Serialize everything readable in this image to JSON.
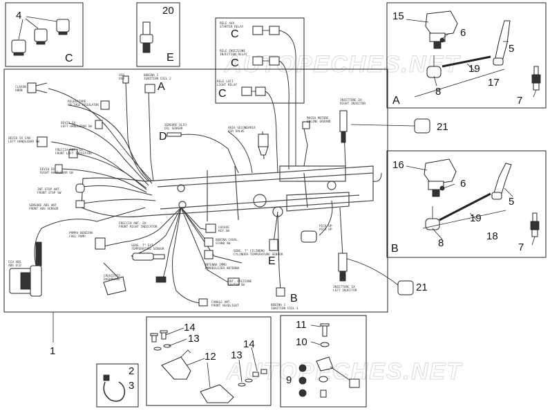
{
  "watermark": "AUTOPECHES.NET",
  "callouts": {
    "n1": "1",
    "n2": "2",
    "n3": "3",
    "n4": "4",
    "n5a": "5",
    "n5b": "5",
    "n6a": "6",
    "n6b": "6",
    "n7a": "7",
    "n7b": "7",
    "n8a": "8",
    "n8b": "8",
    "n9": "9",
    "n10": "10",
    "n11": "11",
    "n12": "12",
    "n13a": "13",
    "n13b": "13",
    "n14a": "14",
    "n14b": "14",
    "n15": "15",
    "n16": "16",
    "n17": "17",
    "n18": "18",
    "n19a": "19",
    "n19b": "19",
    "n20": "20",
    "n21a": "21",
    "n21b": "21"
  },
  "letters": {
    "A_main": "A",
    "A_box": "A",
    "B_main": "B",
    "B_box": "B",
    "C_relay1": "C",
    "C_relay2": "C",
    "C_relay3": "C",
    "C_box": "C",
    "D_main": "D",
    "E_main": "E",
    "E_box": "E"
  },
  "labels": [
    {
      "id": "klaxon",
      "t1": "CLAXON",
      "t2": "HORN"
    },
    {
      "id": "regolatore",
      "t1": "REGOLATORE",
      "t2": "VOLTAGE REGULATOR"
    },
    {
      "id": "devio_sx",
      "t1": "DEVIO SX",
      "t2": "LEFT HANDLEBAR SW"
    },
    {
      "id": "devio_sx_can",
      "t1": "DEVIO SX CAN",
      "t2": "LEFT HANDLEBAR SW"
    },
    {
      "id": "freccia_ant_sx",
      "t1": "FRECCIA ANT. SX",
      "t2": "FRONT LEFT INDICATOR"
    },
    {
      "id": "devio_dx",
      "t1": "DEVIO DX",
      "t2": "RIGHT HANDLEBAR SW"
    },
    {
      "id": "int_stop_ant",
      "t1": "INT STOP ANT.",
      "t2": "FRONT STOP SW"
    },
    {
      "id": "sensore_abs_ant",
      "t1": "SENSORE ABS ANT.",
      "t2": "FRONT ABS SENSOR"
    },
    {
      "id": "usb",
      "t1": "USB",
      "t2": "USB"
    },
    {
      "id": "bobina_2",
      "t1": "BOBINA 2",
      "t2": "IGNITION COIL 2"
    },
    {
      "id": "rele_avv",
      "t1": "RELE AVV.",
      "t2": "STARTER RELAY"
    },
    {
      "id": "rele_iniezione",
      "t1": "RELE INIEZIONE",
      "t2": "INJECTION RELAY"
    },
    {
      "id": "rele_luci",
      "t1": "RELE LUCI",
      "t2": "LIGHT RELAY"
    },
    {
      "id": "sensore_olio",
      "t1": "SENSORE OLIO",
      "t2": "OIL SENSOR"
    },
    {
      "id": "aria_sec",
      "t1": "ARIA SECONDARIA",
      "t2": "AIR VALVE"
    },
    {
      "id": "iniettore_dx",
      "t1": "INIETTORE DX",
      "t2": "RIGHT INJECTOR"
    },
    {
      "id": "massa_motore",
      "t1": "MASSA MOTORE",
      "t2": "ENGINE GROUND"
    },
    {
      "id": "pompa_benzina",
      "t1": "POMPA BENZINA",
      "t2": "FUEL PUMP"
    },
    {
      "id": "freccia_ant_dx",
      "t1": "FRECCIA ANT. DX",
      "t2": "FRONT RIGHT INDICATOR"
    },
    {
      "id": "sens_t_ext",
      "t1": "SENS. T° EXT",
      "t2": "TEMPERATURE SENSOR"
    },
    {
      "id": "chiave",
      "t1": "CHIAVE",
      "t2": "KEY SW"
    },
    {
      "id": "bobina_cavalletto",
      "t1": "BOBINA CAVAL.",
      "t2": "STAND SW"
    },
    {
      "id": "sens_t_cil",
      "t1": "SENS. T° CILINDRO",
      "t2": "CYLINDER TEMPERATURE SENSOR"
    },
    {
      "id": "antenna",
      "t1": "ANTENNA IMMO",
      "t2": "IMMOBILIZER ANTENNA"
    },
    {
      "id": "cruscotto",
      "t1": "CRUSCOTTO",
      "t2": "DASHBOARD"
    },
    {
      "id": "int_frizione",
      "t1": "INT. FRIZIONE",
      "t2": "CLUTCH SW"
    },
    {
      "id": "fanale_ant",
      "t1": "FANALE ANT.",
      "t2": "FRONT HEADLIGHT"
    },
    {
      "id": "bobina_1",
      "t1": "BOBINA 1",
      "t2": "IGNITION COIL 1"
    },
    {
      "id": "iniettore_sx",
      "t1": "INIETTORE SX",
      "t2": "LEFT INJECTOR"
    },
    {
      "id": "pick_up",
      "t1": "PICK UP",
      "t2": "PICK UP"
    },
    {
      "id": "ecu_abs",
      "t1": "ECU ABS",
      "t2": "ABS ECU"
    }
  ]
}
